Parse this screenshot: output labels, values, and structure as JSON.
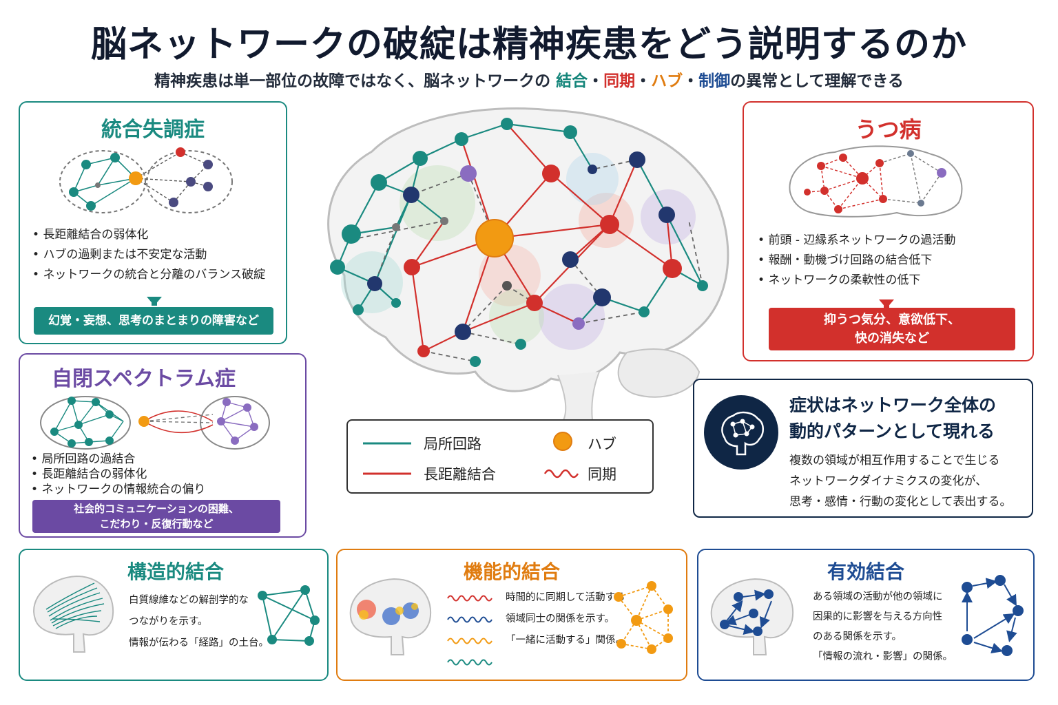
{
  "header": {
    "title": "脳ネットワークの破綻は精神疾患をどう説明するのか",
    "subtitle_prefix": "精神疾患は単一部位の故障ではなく、脳ネットワークの",
    "subtitle_k1": "結合",
    "subtitle_k2": "同期",
    "subtitle_k3": "ハブ",
    "subtitle_k4": "制御",
    "subtitle_sep": "・",
    "subtitle_suffix": "の異常として理解できる"
  },
  "schizophrenia": {
    "title": "統合失調症",
    "bullets": [
      "長距離結合の弱体化",
      "ハブの過剰または不安定な活動",
      "ネットワークの統合と分離のバランス破綻"
    ],
    "result": "幻覚・妄想、思考のまとまりの障害など",
    "color": "#1a8a80"
  },
  "autism": {
    "title": "自閉スペクトラム症",
    "bullets": [
      "局所回路の過結合",
      "長距離結合の弱体化",
      "ネットワークの情報統合の偏り"
    ],
    "result_line1": "社会的コミュニケーションの困難、",
    "result_line2": "こだわり・反復行動など",
    "color": "#6b4aa3"
  },
  "depression": {
    "title": "うつ病",
    "bullets": [
      "前頭 - 辺縁系ネットワークの過活動",
      "報酬・動機づけ回路の結合低下",
      "ネットワークの柔軟性の低下"
    ],
    "result_line1": "抑うつ気分、意欲低下、",
    "result_line2": "快の消失など",
    "color": "#d2302c"
  },
  "legend": {
    "local": "局所回路",
    "long": "長距離結合",
    "hub": "ハブ",
    "sync": "同期"
  },
  "info": {
    "title_line1": "症状はネットワーク全体の",
    "title_line2": "動的パターンとして現れる",
    "body_line1": "複数の領域が相互作用することで生じる",
    "body_line2": "ネットワークダイナミクスの変化が、",
    "body_line3": "思考・感情・行動の変化として表出する。"
  },
  "structural": {
    "title": "構造的結合",
    "line1": "白質線維などの解剖学的な",
    "line2": "つながりを示す。",
    "line3": "情報が伝わる「経路」の土台。",
    "color": "#1a8a80"
  },
  "functional": {
    "title": "機能的結合",
    "line1": "時間的に同期して活動する",
    "line2": "領域同士の関係を示す。",
    "line3": "「一緒に活動する」関係。",
    "color": "#e07c10"
  },
  "effective": {
    "title": "有効結合",
    "line1": "ある領域の活動が他の領域に",
    "line2": "因果的に影響を与える方向性",
    "line3": "のある関係を示す。",
    "line4": "「情報の流れ・影響」の関係。",
    "color": "#1e4c93"
  },
  "colors": {
    "teal": "#1a8a80",
    "red": "#d2302c",
    "orange": "#f29a12",
    "navy": "#22376e",
    "purple": "#8a6cc0",
    "dark": "#0f2645"
  }
}
